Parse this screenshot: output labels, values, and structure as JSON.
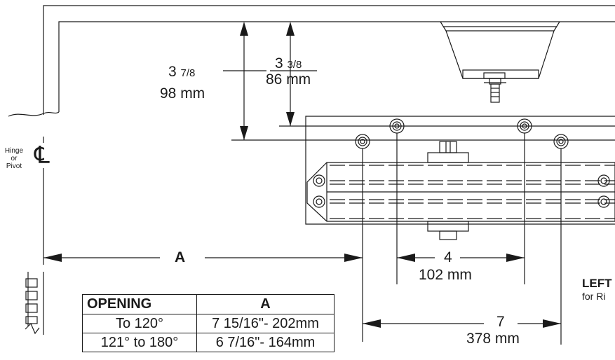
{
  "pivot": {
    "line1": "Hinge",
    "line2": "or",
    "line3": "Pivot",
    "symbol": "℄"
  },
  "dim_3_7_8": {
    "whole": "3",
    "frac": "7/8",
    "metric": "98 mm"
  },
  "dim_3_3_8": {
    "whole": "3",
    "frac": "3/8",
    "metric": "86 mm"
  },
  "dim_a": {
    "label": "A"
  },
  "dim_4": {
    "value": "4",
    "metric": "102 mm"
  },
  "dim_7": {
    "value": "7",
    "metric": "378 mm"
  },
  "side_note": {
    "title": "LEFT",
    "subtitle": "for Ri"
  },
  "table": {
    "headers": [
      "OPENING",
      "A"
    ],
    "rows": [
      [
        "To 120°",
        "7 15/16\"- 202mm"
      ],
      [
        "121° to 180°",
        "6 7/16\"- 164mm"
      ]
    ]
  }
}
